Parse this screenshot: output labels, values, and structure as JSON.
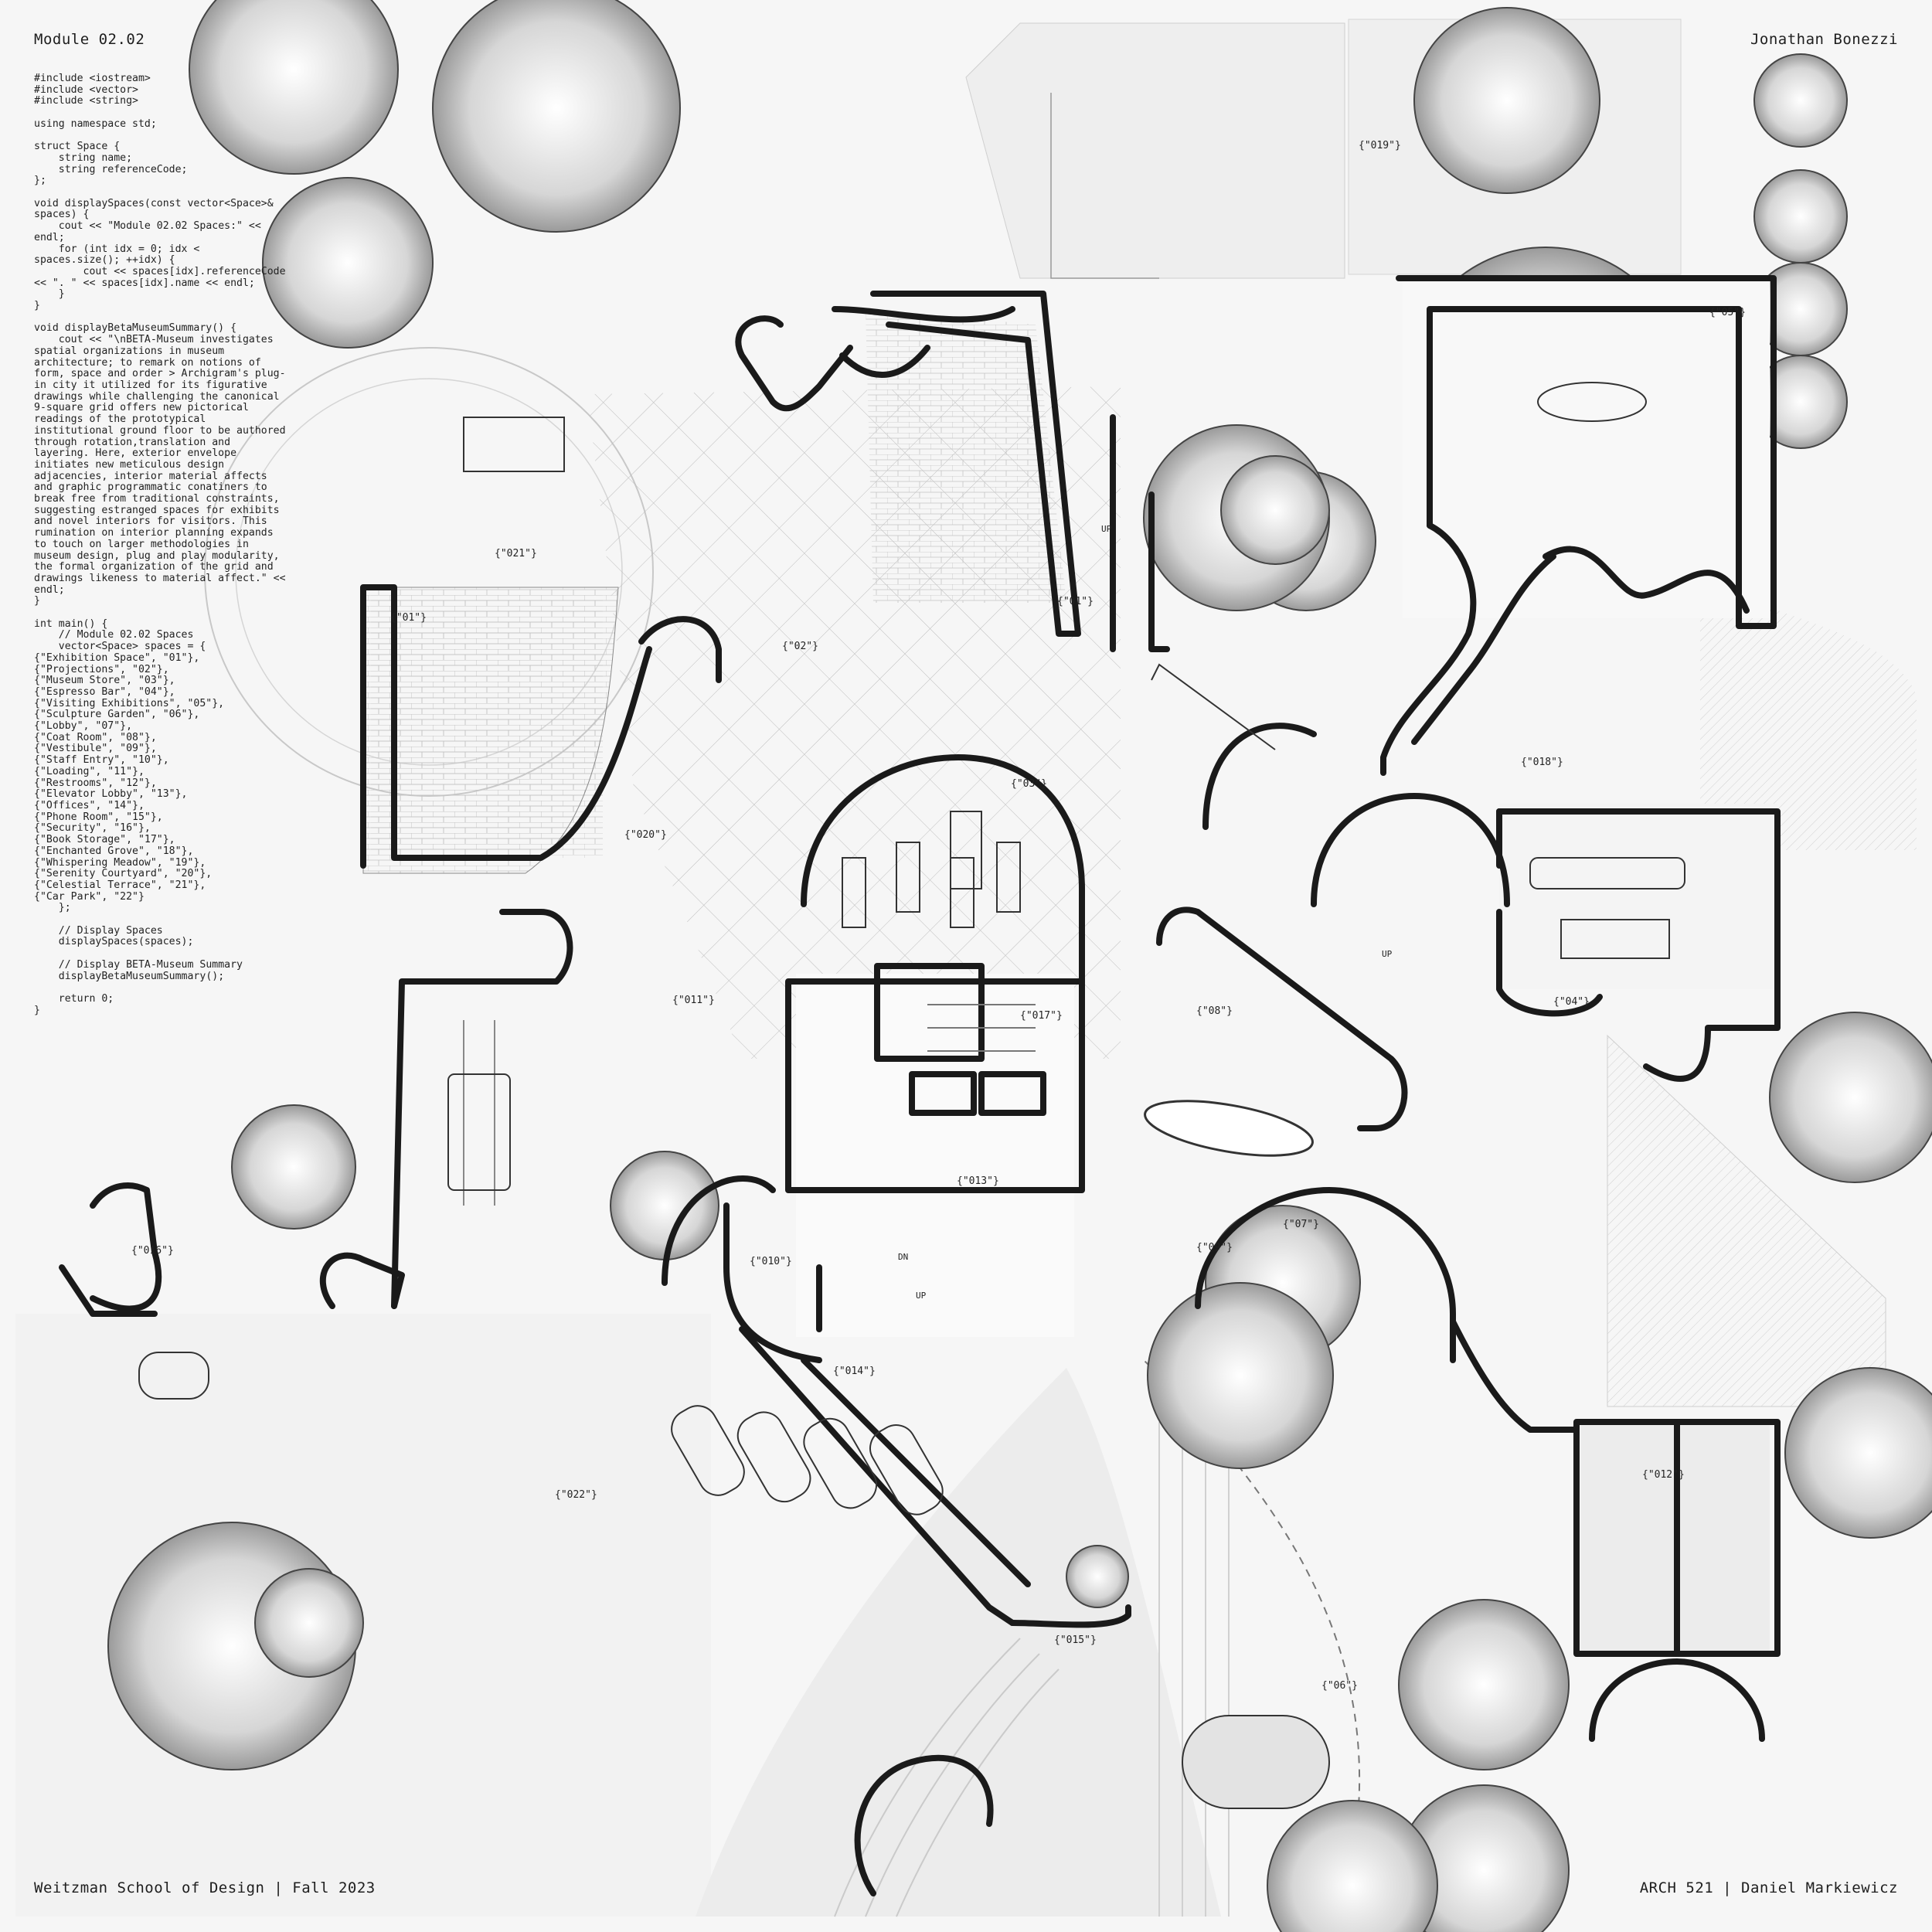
{
  "header": {
    "module": "Module 02.02",
    "author": "Jonathan Bonezzi"
  },
  "footer": {
    "school": "Weitzman School of Design  |  Fall 2023",
    "course": "ARCH 521  |  Daniel Markiewicz"
  },
  "code_listing": "#include <iostream>\n#include <vector>\n#include <string>\n\nusing namespace std;\n\nstruct Space {\n    string name;\n    string referenceCode;\n};\n\nvoid displaySpaces(const vector<Space>& spaces) {\n    cout << \"Module 02.02 Spaces:\" << endl;\n    for (int idx = 0; idx < spaces.size(); ++idx) {\n        cout << spaces[idx].referenceCode << \". \" << spaces[idx].name << endl;\n    }\n}\n\nvoid displayBetaMuseumSummary() {\n    cout << \"\\nBETA-Museum investigates spatial organizations in museum architecture; to remark on notions of form, space and order > Archigram's plug-in city it utilized for its figurative drawings while challenging the canonical 9-square grid offers new pictorical readings of the prototypical institutional ground floor to be authored through rotation,translation and layering. Here, exterior envelope initiates new meticulous design adjacencies, interior material affects and graphic programmatic conatiners to break free from traditional constraints, suggesting estranged spaces for exhibits and novel interiors for visitors. This rumination on interior planning expands to touch on larger methodologies in museum design, plug and play modularity, the formal organization of the grid and drawings likeness to material affect.\" << endl;\n}\n\nint main() {\n    // Module 02.02 Spaces\n    vector<Space> spaces = {\n{\"Exhibition Space\", \"01\"},\n{\"Projections\", \"02\"},\n{\"Museum Store\", \"03\"},\n{\"Espresso Bar\", \"04\"},\n{\"Visiting Exhibitions\", \"05\"},\n{\"Sculpture Garden\", \"06\"},\n{\"Lobby\", \"07\"},\n{\"Coat Room\", \"08\"},\n{\"Vestibule\", \"09\"},\n{\"Staff Entry\", \"10\"},\n{\"Loading\", \"11\"},\n{\"Restrooms\", \"12\"},\n{\"Elevator Lobby\", \"13\"},\n{\"Offices\", \"14\"},\n{\"Phone Room\", \"15\"},\n{\"Security\", \"16\"},\n{\"Book Storage\", \"17\"},\n{\"Enchanted Grove\", \"18\"},\n{\"Whispering Meadow\", \"19\"},\n{\"Serenity Courtyard\", \"20\"},\n{\"Celestial Terrace\", \"21\"},\n{\"Car Park\", \"22\"}\n    };\n\n    // Display Spaces\n    displaySpaces(spaces);\n\n    // Display BETA-Museum Summary\n    displayBetaMuseumSummary();\n\n    return 0;\n}",
  "plan": {
    "room_tags": [
      {
        "id": "01a",
        "label": "{\"01\"}"
      },
      {
        "id": "01b",
        "label": "{\"01\"}"
      },
      {
        "id": "02",
        "label": "{\"02\"}"
      },
      {
        "id": "03",
        "label": "{\"03\"}"
      },
      {
        "id": "04",
        "label": "{\"04\"}"
      },
      {
        "id": "05",
        "label": "{\"05\"}"
      },
      {
        "id": "06",
        "label": "{\"06\"}"
      },
      {
        "id": "07",
        "label": "{\"07\"}"
      },
      {
        "id": "08",
        "label": "{\"08\"}"
      },
      {
        "id": "09",
        "label": "{\"09\"}"
      },
      {
        "id": "010",
        "label": "{\"010\"}"
      },
      {
        "id": "011",
        "label": "{\"011\"}"
      },
      {
        "id": "012",
        "label": "{\"012\"}"
      },
      {
        "id": "013",
        "label": "{\"013\"}"
      },
      {
        "id": "014",
        "label": "{\"014\"}"
      },
      {
        "id": "015",
        "label": "{\"015\"}"
      },
      {
        "id": "016",
        "label": "{\"016\"}"
      },
      {
        "id": "017",
        "label": "{\"017\"}"
      },
      {
        "id": "018",
        "label": "{\"018\"}"
      },
      {
        "id": "019",
        "label": "{\"019\"}"
      },
      {
        "id": "020",
        "label": "{\"020\"}"
      },
      {
        "id": "021",
        "label": "{\"021\"}"
      },
      {
        "id": "022",
        "label": "{\"022\"}"
      }
    ],
    "stair_marks": {
      "up_1": "UP",
      "up_2": "UP",
      "up_3": "UP",
      "dn": "DN"
    },
    "colors": {
      "wall": "#1a1a1a",
      "ground": "#f0f0f0",
      "canopy": "#8c8c8c",
      "floor_interior": "#f7f7f7"
    }
  }
}
